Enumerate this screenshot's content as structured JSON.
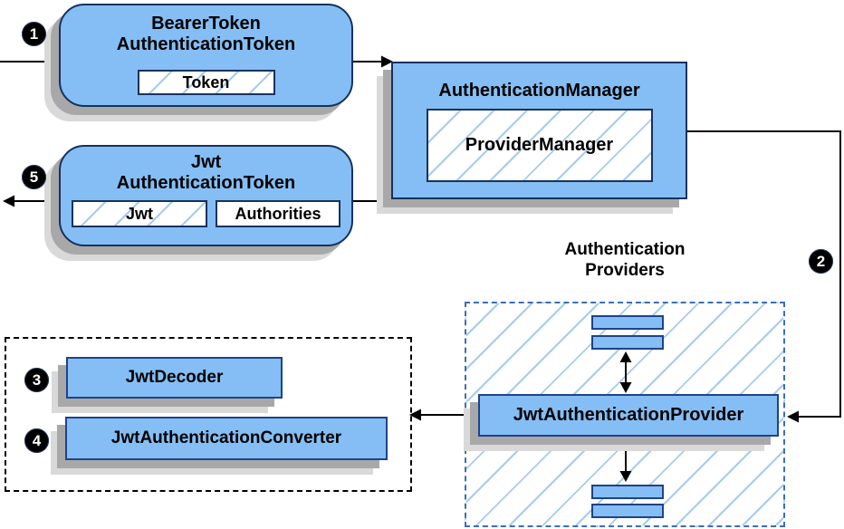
{
  "nodes": {
    "bearer_token": {
      "title1": "BearerToken",
      "title2": "AuthenticationToken",
      "chip": "Token"
    },
    "authentication_manager": {
      "title": "AuthenticationManager",
      "chip": "ProviderManager"
    },
    "jwt_authentication_token": {
      "title1": "Jwt",
      "title2": "AuthenticationToken",
      "chip1": "Jwt",
      "chip2": "Authorities"
    },
    "jwt_decoder": {
      "label": "JwtDecoder"
    },
    "jwt_authentication_converter": {
      "label": "JwtAuthenticationConverter"
    },
    "jwt_authentication_provider": {
      "label": "JwtAuthenticationProvider"
    }
  },
  "groups": {
    "authentication_providers": {
      "label1": "Authentication",
      "label2": "Providers"
    }
  },
  "badges": {
    "step1": "1",
    "step2": "2",
    "step3": "3",
    "step4": "4",
    "step5": "5"
  },
  "colors": {
    "node_fill": "#85BEF4",
    "node_border_dark": "#16325C",
    "node_border_blue": "#1F4387",
    "hatch_line": "#A7CBEE",
    "dashed_blue_border": "#3B6FB5",
    "dashed_black_border": "#000000",
    "shadow_dark": "#A8A8A8",
    "shadow_light": "#D9D9D9",
    "arrow": "#000000",
    "badge_bg": "#000000",
    "badge_text": "#FFFFFF"
  }
}
